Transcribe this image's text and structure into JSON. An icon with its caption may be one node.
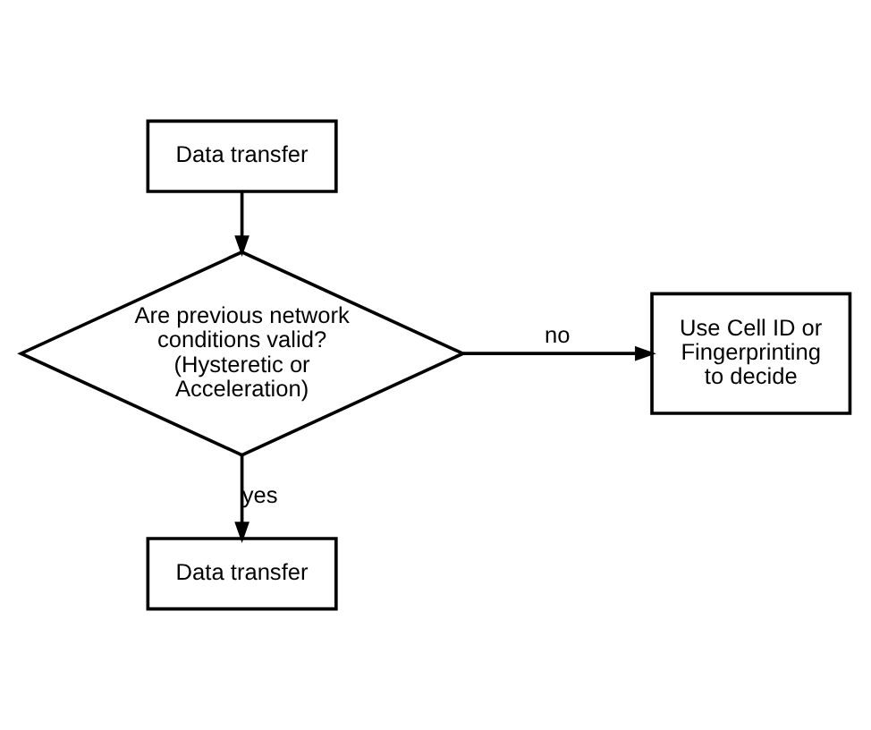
{
  "diagram": {
    "nodes": [
      {
        "text": [
          "Data transfer"
        ]
      },
      {
        "text": [
          "Are previous network conditions valid? (Hysteretic or Acceleration)"
        ]
      },
      {
        "text": [
          "Use Cell ID or Fingerprinting to decide"
        ]
      },
      {
        "text": [
          "Data transfer"
        ]
      }
    ],
    "edges": [
      {
        "from": 0,
        "to": 1,
        "arrow": "to"
      },
      {
        "from": 1,
        "to": 2,
        "arrow": "to",
        "label": "no"
      },
      {
        "from": 1,
        "to": 3,
        "arrow": "to",
        "label": "yes"
      }
    ]
  }
}
